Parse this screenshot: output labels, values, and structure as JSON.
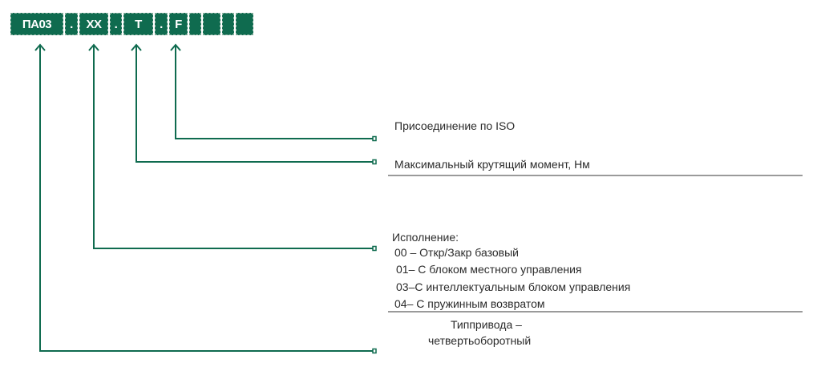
{
  "code": {
    "cells": [
      {
        "text": "ПА03",
        "width": 66
      },
      {
        "text": ".",
        "width": 16
      },
      {
        "text": "XX",
        "width": 36
      },
      {
        "text": ".",
        "width": 15
      },
      {
        "text": "T",
        "width": 37
      },
      {
        "text": ".",
        "width": 16
      },
      {
        "text": "F",
        "width": 23
      },
      {
        "text": "",
        "width": 15
      },
      {
        "text": "",
        "width": 22
      },
      {
        "text": "",
        "width": 15
      },
      {
        "text": "",
        "width": 22
      }
    ],
    "color": "#0f6b4f"
  },
  "legend": {
    "connection": "Присоединение по ISO",
    "torque": "Максимальный крутящий момент, Нм",
    "version_title": "Исполнение:",
    "versions": [
      "00 – Откр/Закр базовый",
      "01– С блоком местного управления",
      "03–С интеллектуальным блоком управления",
      "04– С пружинным возвратом"
    ],
    "type_line1": "Типпривода –",
    "type_line2": "четвертьоборотный"
  },
  "colors": {
    "line": "#0f6b4f",
    "rule": "#9a9a9a"
  }
}
